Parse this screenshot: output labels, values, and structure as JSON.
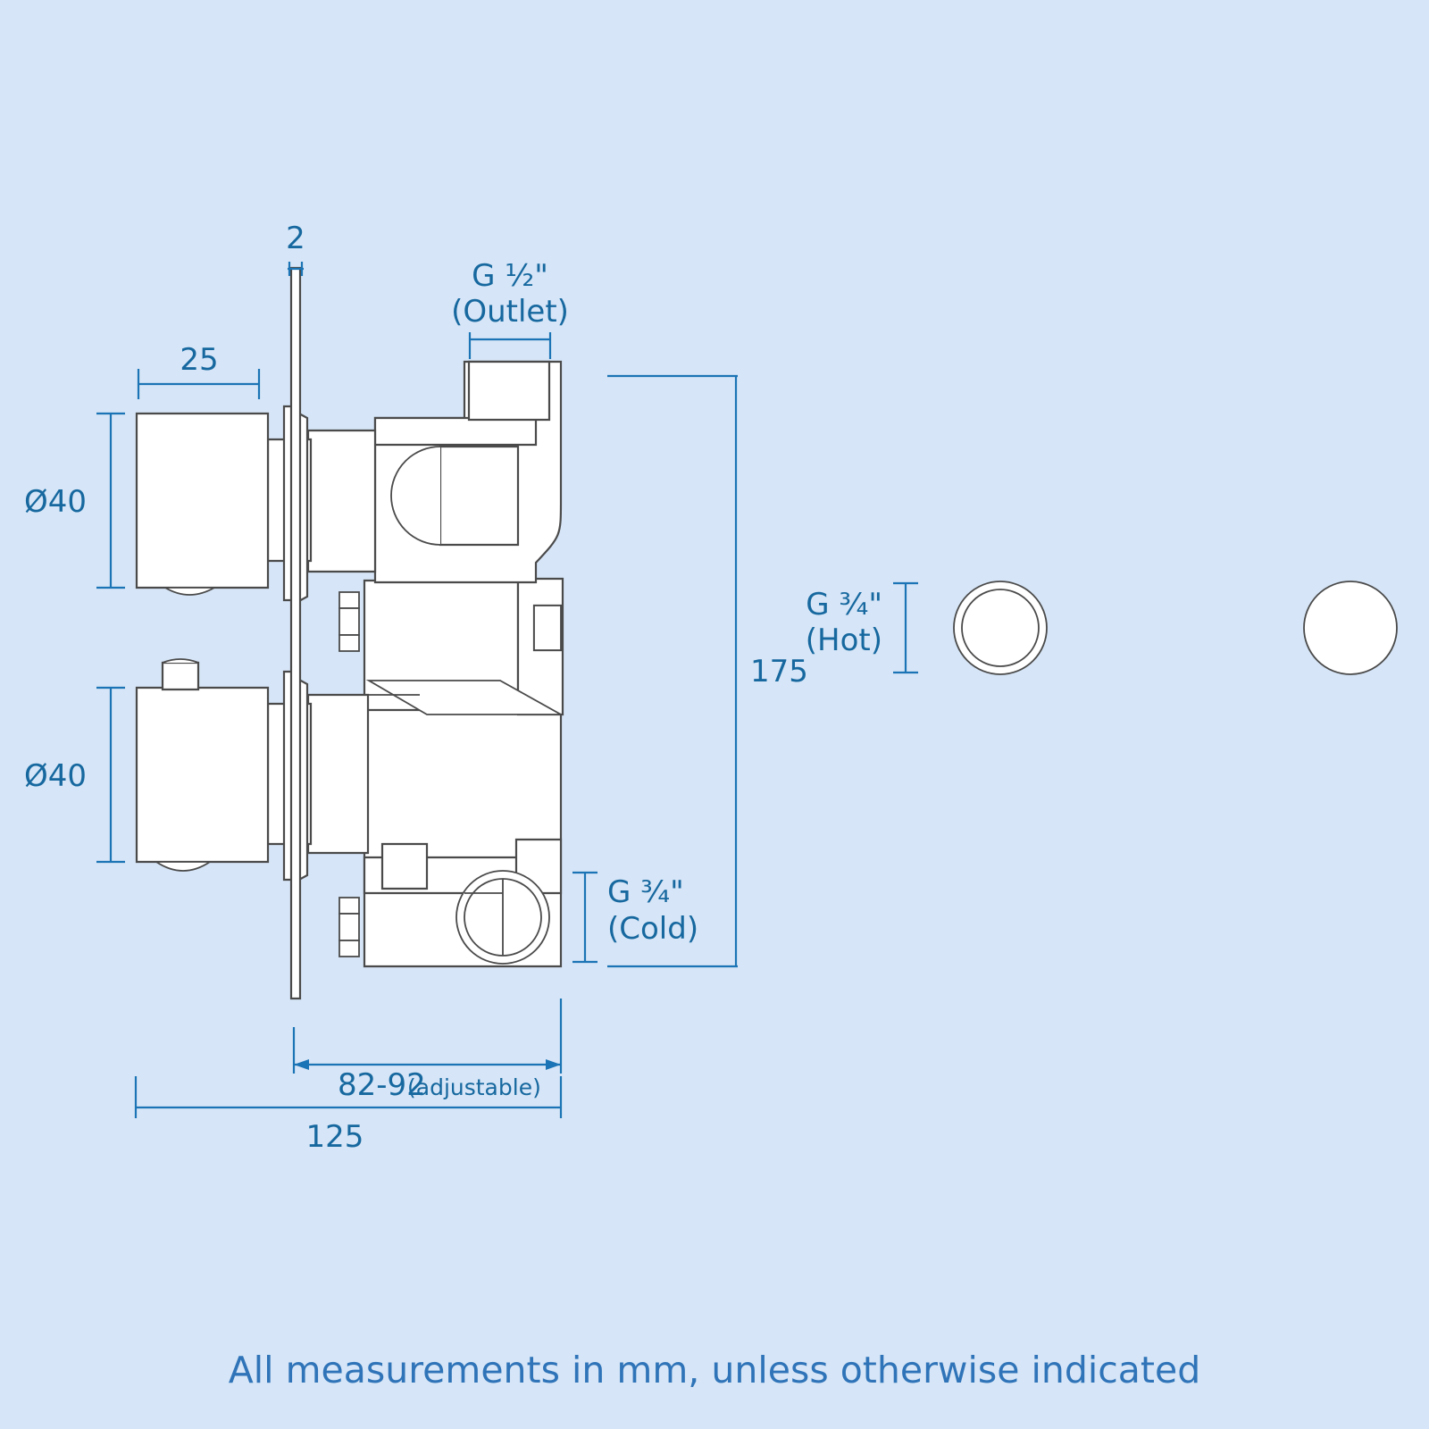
{
  "drawing": {
    "title_caption": "All measurements in mm, unless otherwise indicated",
    "background_color": "#d6e5f7",
    "dimension_color": "#16689f",
    "outline_color": "#4a4a4a",
    "fill_color": "#ffffff",
    "units": "mm"
  },
  "dimensions": {
    "plate_thickness": "2",
    "handle_projection": "25",
    "knob_diameter_top": "Ø40",
    "knob_diameter_bottom": "Ø40",
    "overall_height": "175",
    "overall_depth": "125",
    "adjustable_depth_value": "82-92",
    "adjustable_depth_note": "(adjustable)"
  },
  "ports": {
    "outlet_size": "G ½\"",
    "outlet_label": "(Outlet)",
    "hot_size": "G ¾\"",
    "hot_label": "(Hot)",
    "cold_size": "G ¾\"",
    "cold_label": "(Cold)"
  },
  "views": {
    "left_view_name": "front-left-section-view",
    "right_view_name": "mirrored-right-section-view"
  }
}
